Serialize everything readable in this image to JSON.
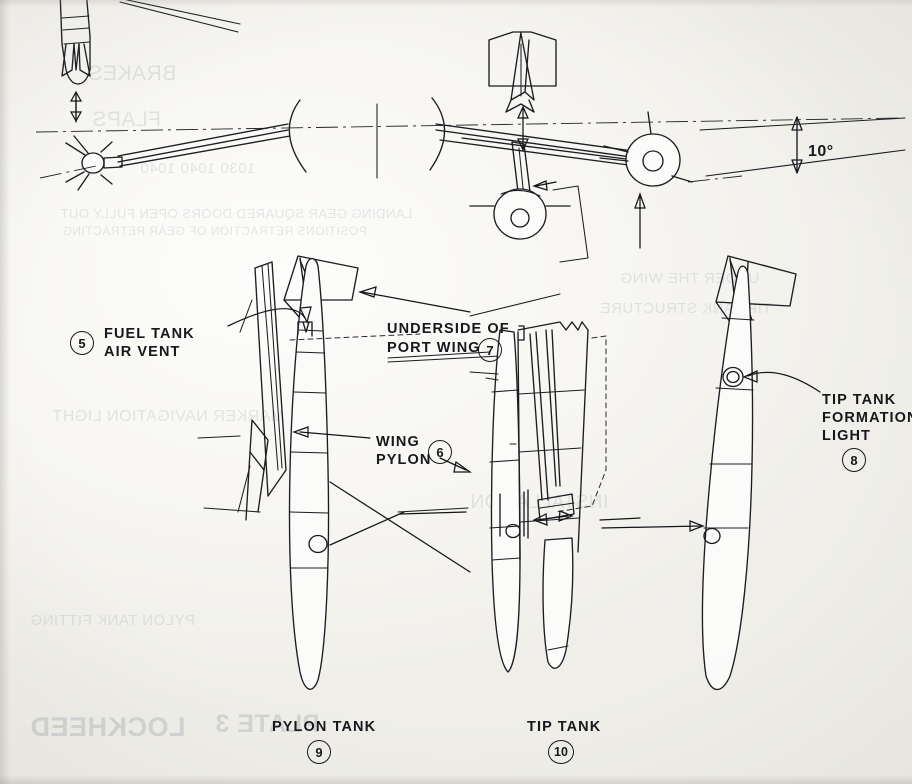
{
  "plate": {
    "subject": "External fuel tank installation - pylon tank and tip tank",
    "background_bleed": {
      "manufacturer": "LOCKHEED",
      "plate_ref": "PLATE 3"
    }
  },
  "dimensions": {
    "wing_dihedral_angle": "10°"
  },
  "labels": {
    "fuel_tank_air_vent": {
      "line1": "FUEL TANK",
      "line2": "AIR VENT",
      "callout": "5"
    },
    "underside_of_port_wing": {
      "line1": "UNDERSIDE OF",
      "line2": "PORT WING",
      "callout": "7"
    },
    "wing_pylon": {
      "line1": "WING",
      "line2": "PYLON",
      "callout": "6"
    },
    "tip_tank_formation_light": {
      "line1": "TIP TANK",
      "line2": "FORMATION",
      "line3": "LIGHT",
      "callout": "8"
    },
    "pylon_tank": {
      "line1": "PYLON TANK",
      "callout": "9"
    },
    "tip_tank": {
      "line1": "TIP TANK",
      "callout": "10"
    }
  },
  "colors": {
    "ink": "#1c1c22",
    "paper": "#f7f6f3",
    "bleed": "#8e99a6"
  }
}
